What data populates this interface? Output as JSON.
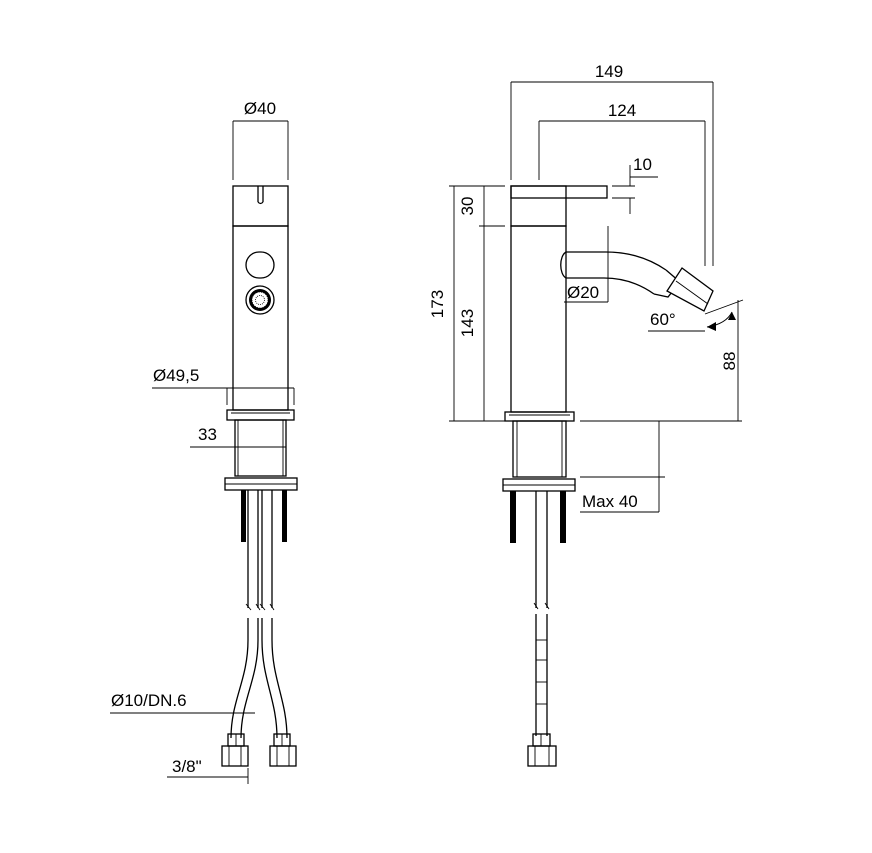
{
  "front_view": {
    "dim_body_diameter": "Ø40",
    "dim_base_diameter": "Ø49,5",
    "dim_shank_height": "33",
    "dim_hose": "Ø10/DN.6",
    "dim_connector": "3/8\""
  },
  "side_view": {
    "dim_total_width": "149",
    "dim_spout_reach": "124",
    "dim_lever_thickness": "10",
    "dim_lever_height": "30",
    "dim_total_height": "173",
    "dim_body_height": "143",
    "dim_spout_diameter": "Ø20",
    "dim_spout_angle": "60°",
    "dim_spout_height": "88",
    "dim_max_deck": "Max 40"
  }
}
